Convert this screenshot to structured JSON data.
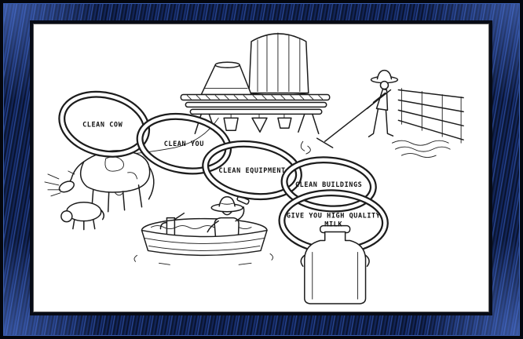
{
  "chain": {
    "links": [
      {
        "label": "CLEAN COW"
      },
      {
        "label": "CLEAN YOU"
      },
      {
        "label": "CLEAN EQUIPMENT"
      },
      {
        "label": "CLEAN BUILDINGS"
      },
      {
        "label": "GIVE YOU HIGH QUALITY",
        "label_line2": "MILK"
      }
    ]
  },
  "sketches": {
    "equipment": "milk-cans-and-pails-drying-on-rack",
    "farmer": "farmer-in-hat-scraping-barn-floor-by-fence",
    "cow": "cow-and-calf-being-washed",
    "bather": "man-in-hat-scrubbing-back-in-washtub",
    "milk_can": "covered-milk-can"
  },
  "colors": {
    "frame_blue": "#2a4a9e",
    "frame_dark": "#070d20",
    "ink": "#1c1c1c",
    "canvas": "#ffffff"
  }
}
